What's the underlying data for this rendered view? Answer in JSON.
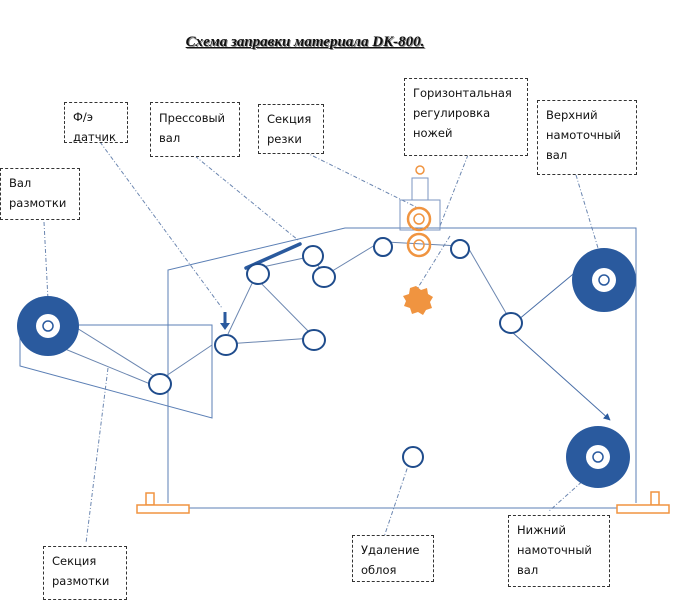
{
  "title": "Схема заправки материала DK-800.",
  "labels": {
    "photo_sensor": [
      "Ф/э",
      "датчик"
    ],
    "press_roller": [
      "Прессовый",
      "вал"
    ],
    "cutting_section": [
      "Секция",
      "резки"
    ],
    "knife_adjustment": [
      "Горизонтальная",
      "регулировка",
      "ножей"
    ],
    "upper_winder": [
      "Верхний",
      "намоточный",
      "вал"
    ],
    "unwind_roller": [
      "Вал",
      "размотки"
    ],
    "unwind_section": [
      "Секция",
      "размотки"
    ],
    "flash_removal": [
      "Удаление",
      "облоя"
    ],
    "lower_winder": [
      "Нижний",
      "намоточный",
      "вал"
    ]
  },
  "colors": {
    "roller": "#2a5a9e",
    "roller_dark": "#1f4c8c",
    "cutter": "#f09440",
    "frame": "#5b7fb5",
    "leader": "#6b86b0"
  }
}
